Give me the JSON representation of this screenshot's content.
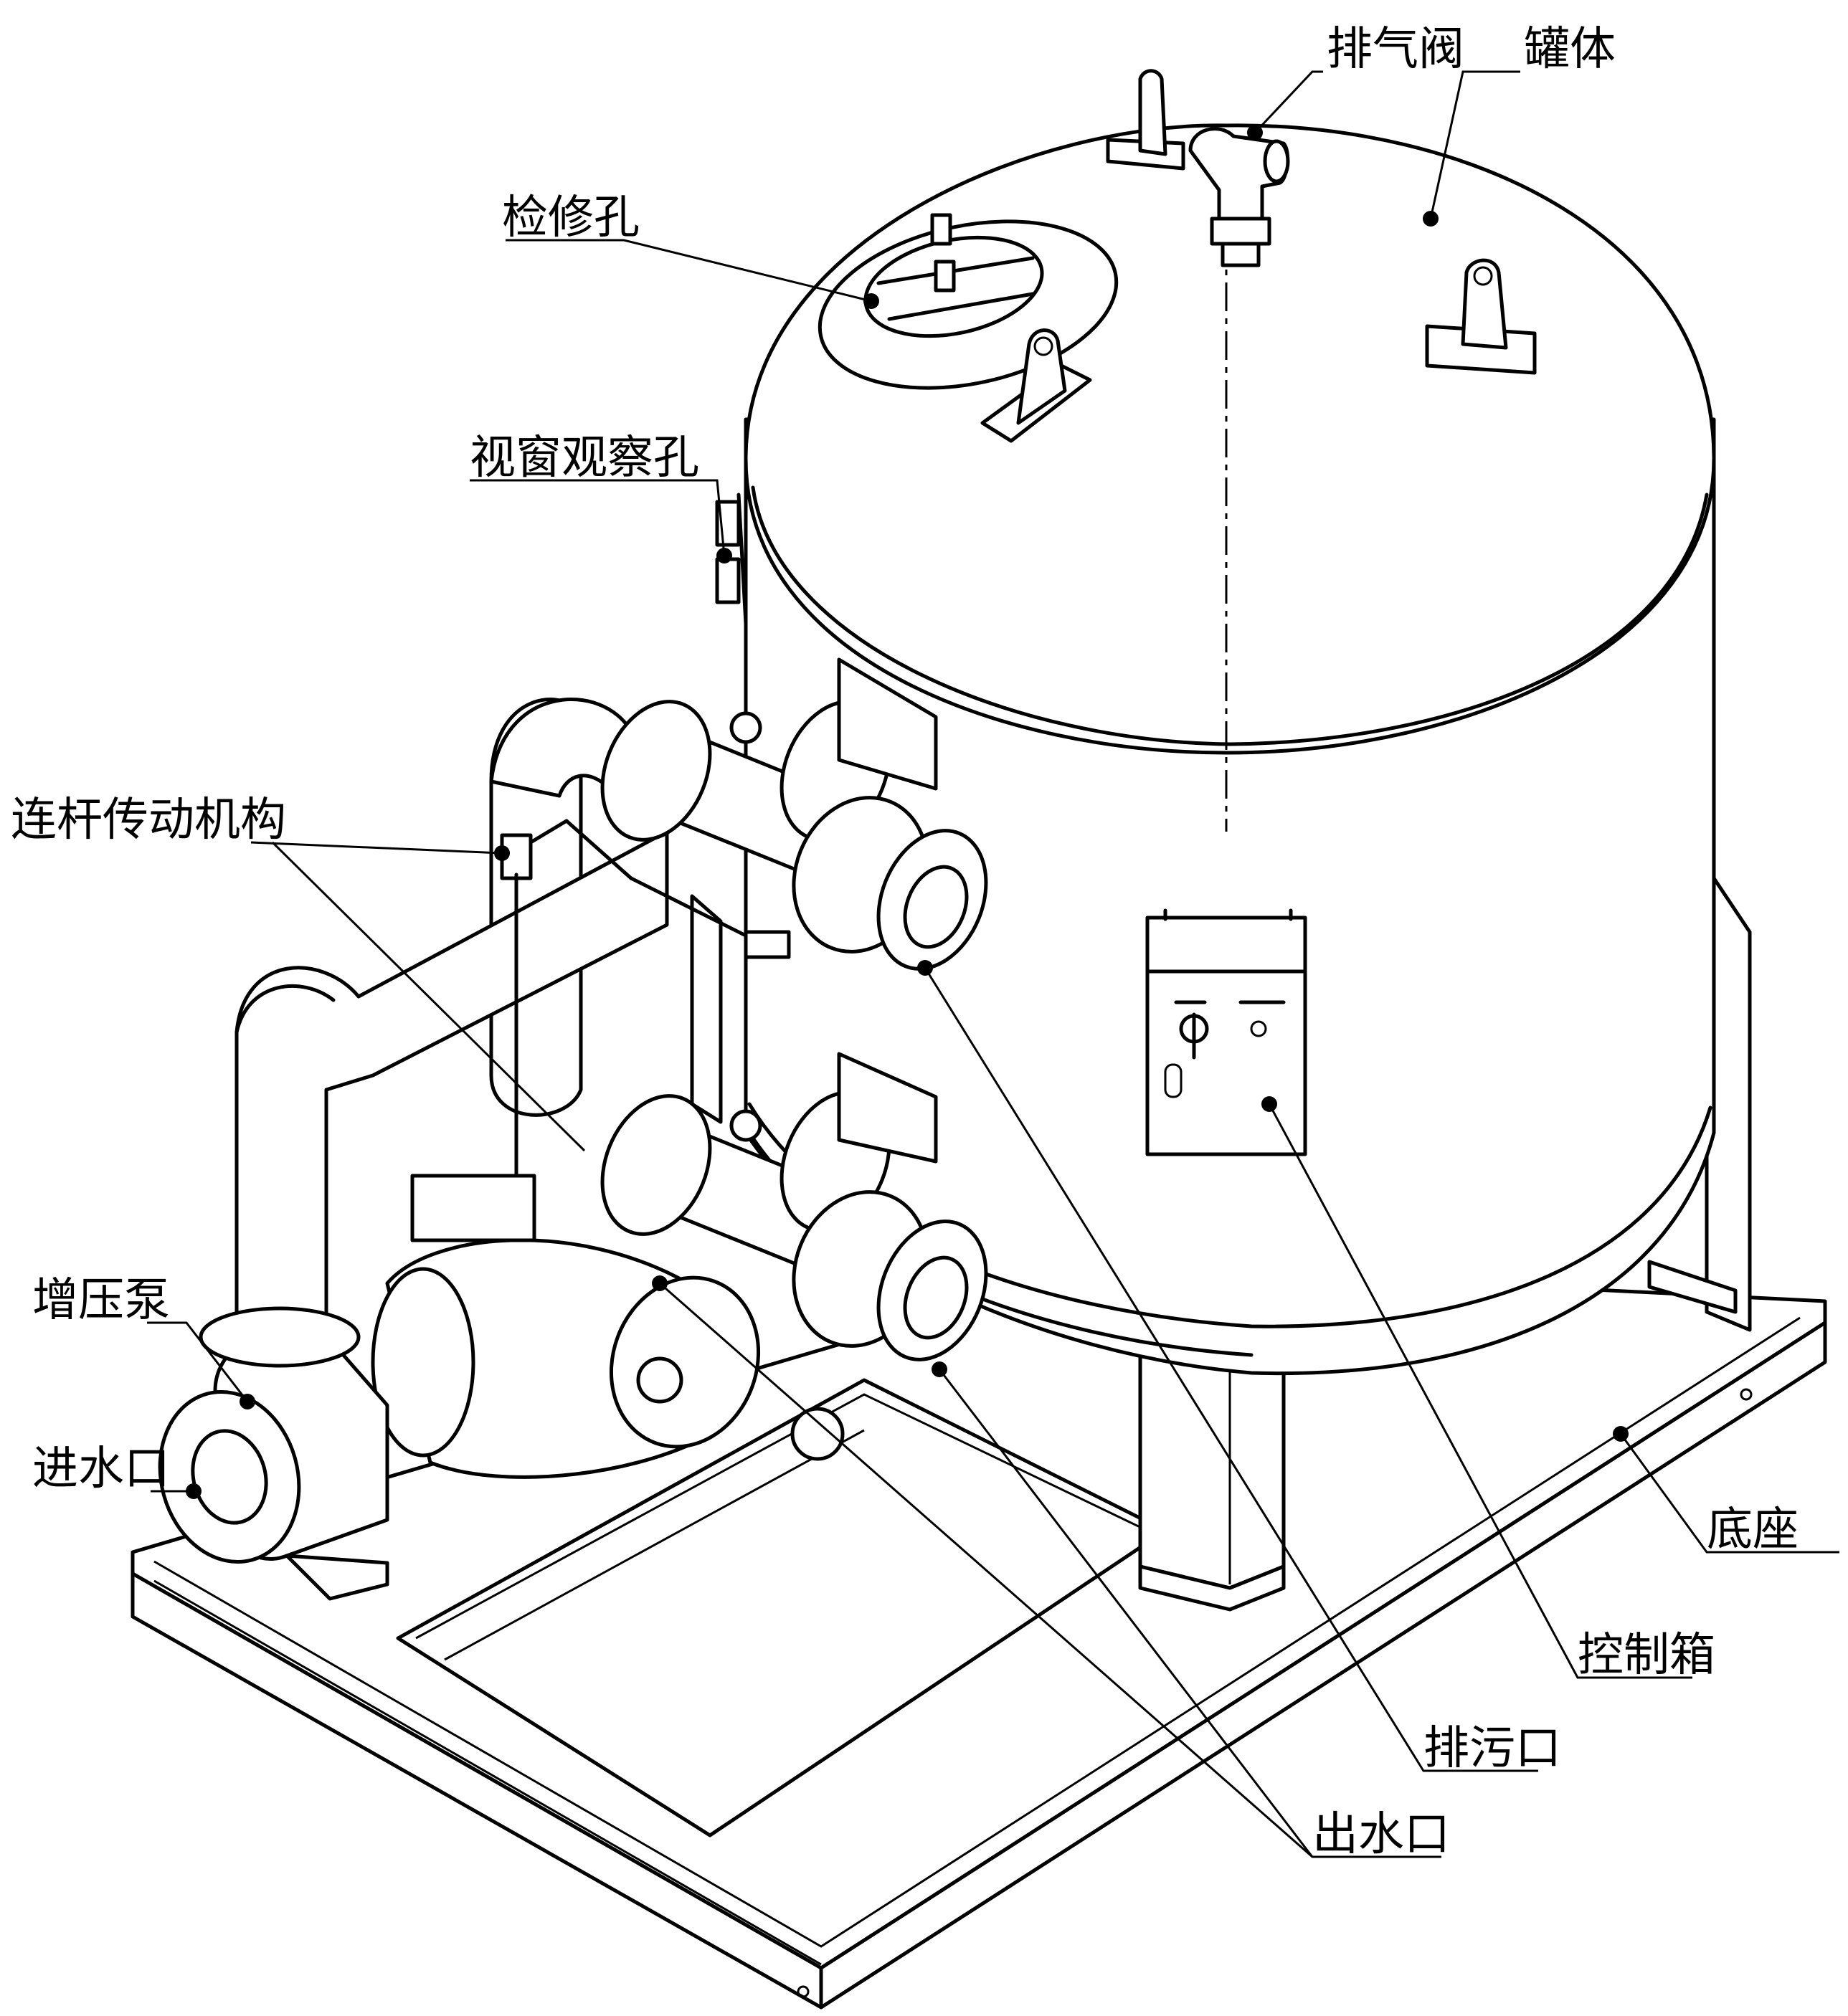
{
  "labels": {
    "air_valve": "排气阀",
    "tank_body": "罐体",
    "manhole": "检修孔",
    "sight_glass": "视窗观察孔",
    "linkage": "连杆传动机构",
    "booster_pump": "增压泵",
    "water_inlet": "进水口",
    "base": "底座",
    "control_box": "控制箱",
    "drain_outlet": "排污口",
    "water_outlet": "出水口"
  }
}
